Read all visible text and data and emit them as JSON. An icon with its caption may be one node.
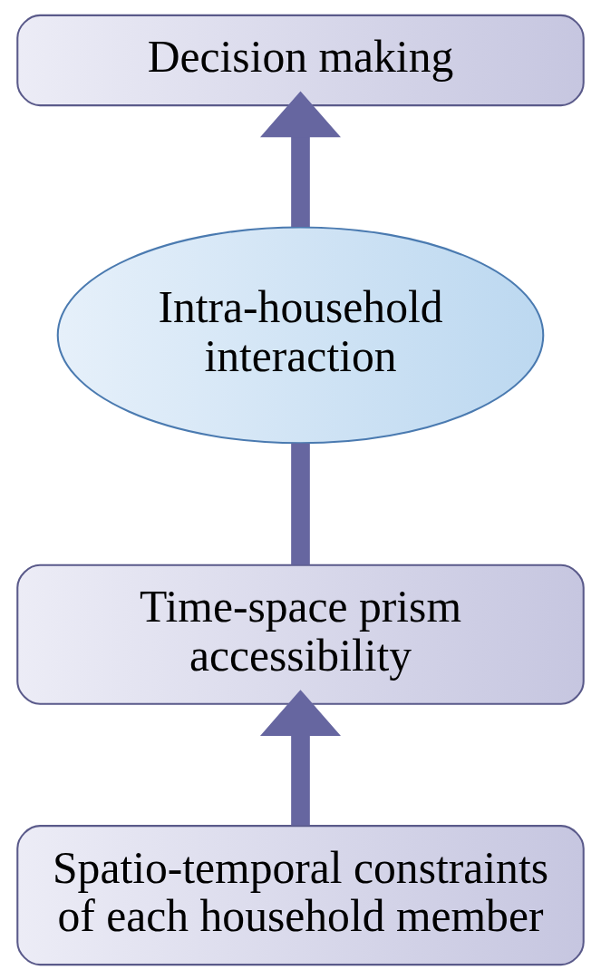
{
  "diagram": {
    "nodes": [
      {
        "text": [
          "Decision making"
        ]
      },
      {
        "text": [
          "Intra-household interaction"
        ]
      },
      {
        "text": [
          "Time-space prism accessibility"
        ]
      },
      {
        "text": [
          "Spatio-temporal constraints of each household member"
        ]
      }
    ],
    "edges": [
      {
        "from": 3,
        "to": 2,
        "arrow": "to"
      },
      {
        "from": 2,
        "to": 1,
        "arrow": "none"
      },
      {
        "from": 1,
        "to": 0,
        "arrow": "to"
      }
    ]
  }
}
